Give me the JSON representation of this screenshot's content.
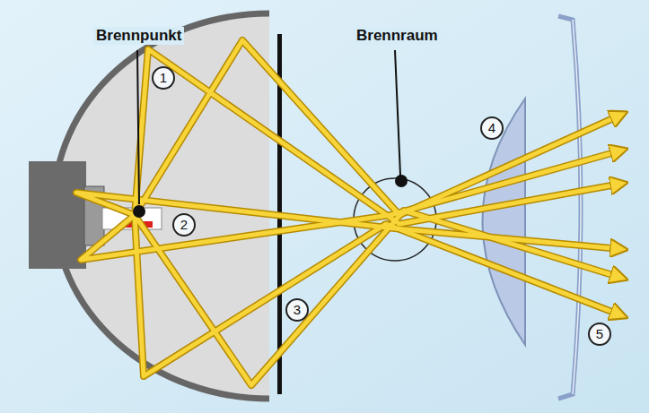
{
  "diagram": {
    "labels": [
      "Brennpunkt",
      "Brennraum",
      "1",
      "2",
      "3",
      "4",
      "5"
    ]
  }
}
